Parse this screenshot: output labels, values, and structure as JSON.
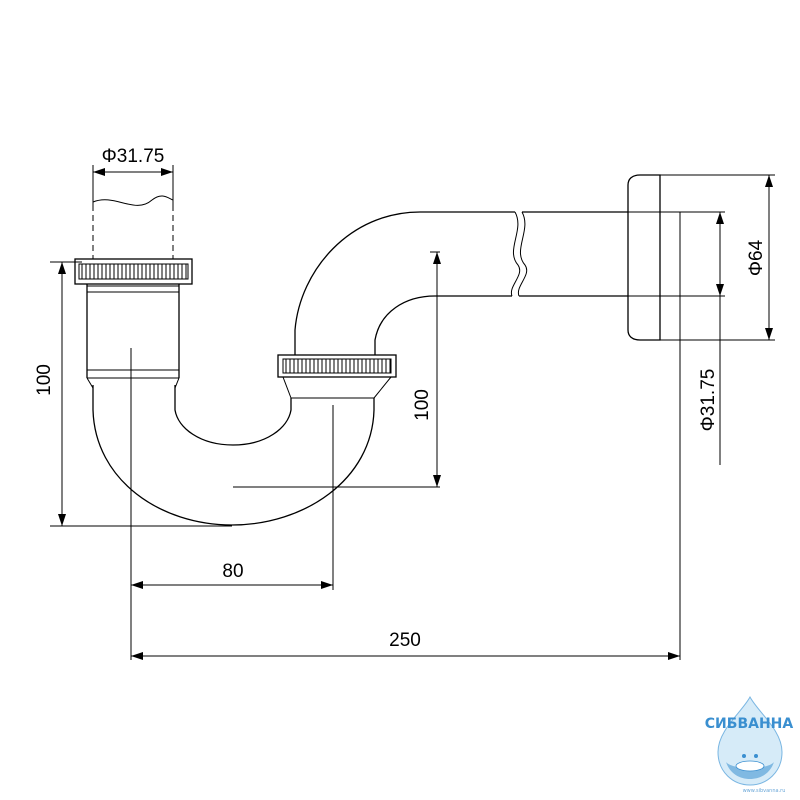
{
  "dimensions": {
    "inlet_diameter": "Φ31.75",
    "inlet_height": "100",
    "trap_depth": "100",
    "offset": "80",
    "total_length": "250",
    "flange_diameter": "Φ64",
    "outlet_diameter": "Φ31.75"
  },
  "logo": {
    "brand": "СИБВАННА",
    "url": "www.sibvanna.ru"
  },
  "colors": {
    "line": "#000000",
    "logo_blue": "#3a8fd0"
  }
}
